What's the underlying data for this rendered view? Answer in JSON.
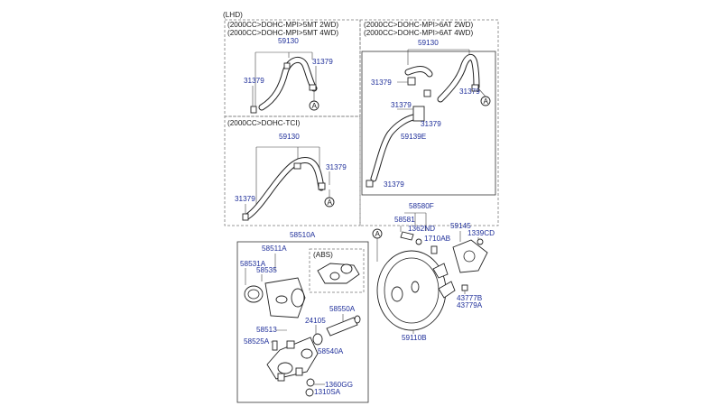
{
  "labels": {
    "lhd": "(LHD)",
    "box_tl_line1": "(2000CC>DOHC-MPI>5MT 2WD)",
    "box_tl_line2": "(2000CC>DOHC-MPI>5MT 4WD)",
    "box_tr_line1": "(2000CC>DOHC-MPI>6AT 2WD)",
    "box_tr_line2": "(2000CC>DOHC-MPI>6AT 4WD)",
    "box_ml_line1": "(2000CC>DOHC-TCI)",
    "abs": "(ABS)",
    "ref_a": "A"
  },
  "parts": {
    "p59130": "59130",
    "p31379": "31379",
    "p59139e": "59139E",
    "p58580f": "58580F",
    "p58581": "58581",
    "p1362nd": "1362ND",
    "p1710ab": "1710AB",
    "p59145": "59145",
    "p1339cd": "1339CD",
    "p58510a": "58510A",
    "p58511a": "58511A",
    "p58531a": "58531A",
    "p58535": "58535",
    "p24105": "24105",
    "p58550a": "58550A",
    "p58513": "58513",
    "p58525a": "58525A",
    "p58540a": "58540A",
    "p59110b": "59110B",
    "p43777b": "43777B",
    "p43779a": "43779A",
    "p1360gg": "1360GG",
    "p1310sa": "1310SA"
  }
}
